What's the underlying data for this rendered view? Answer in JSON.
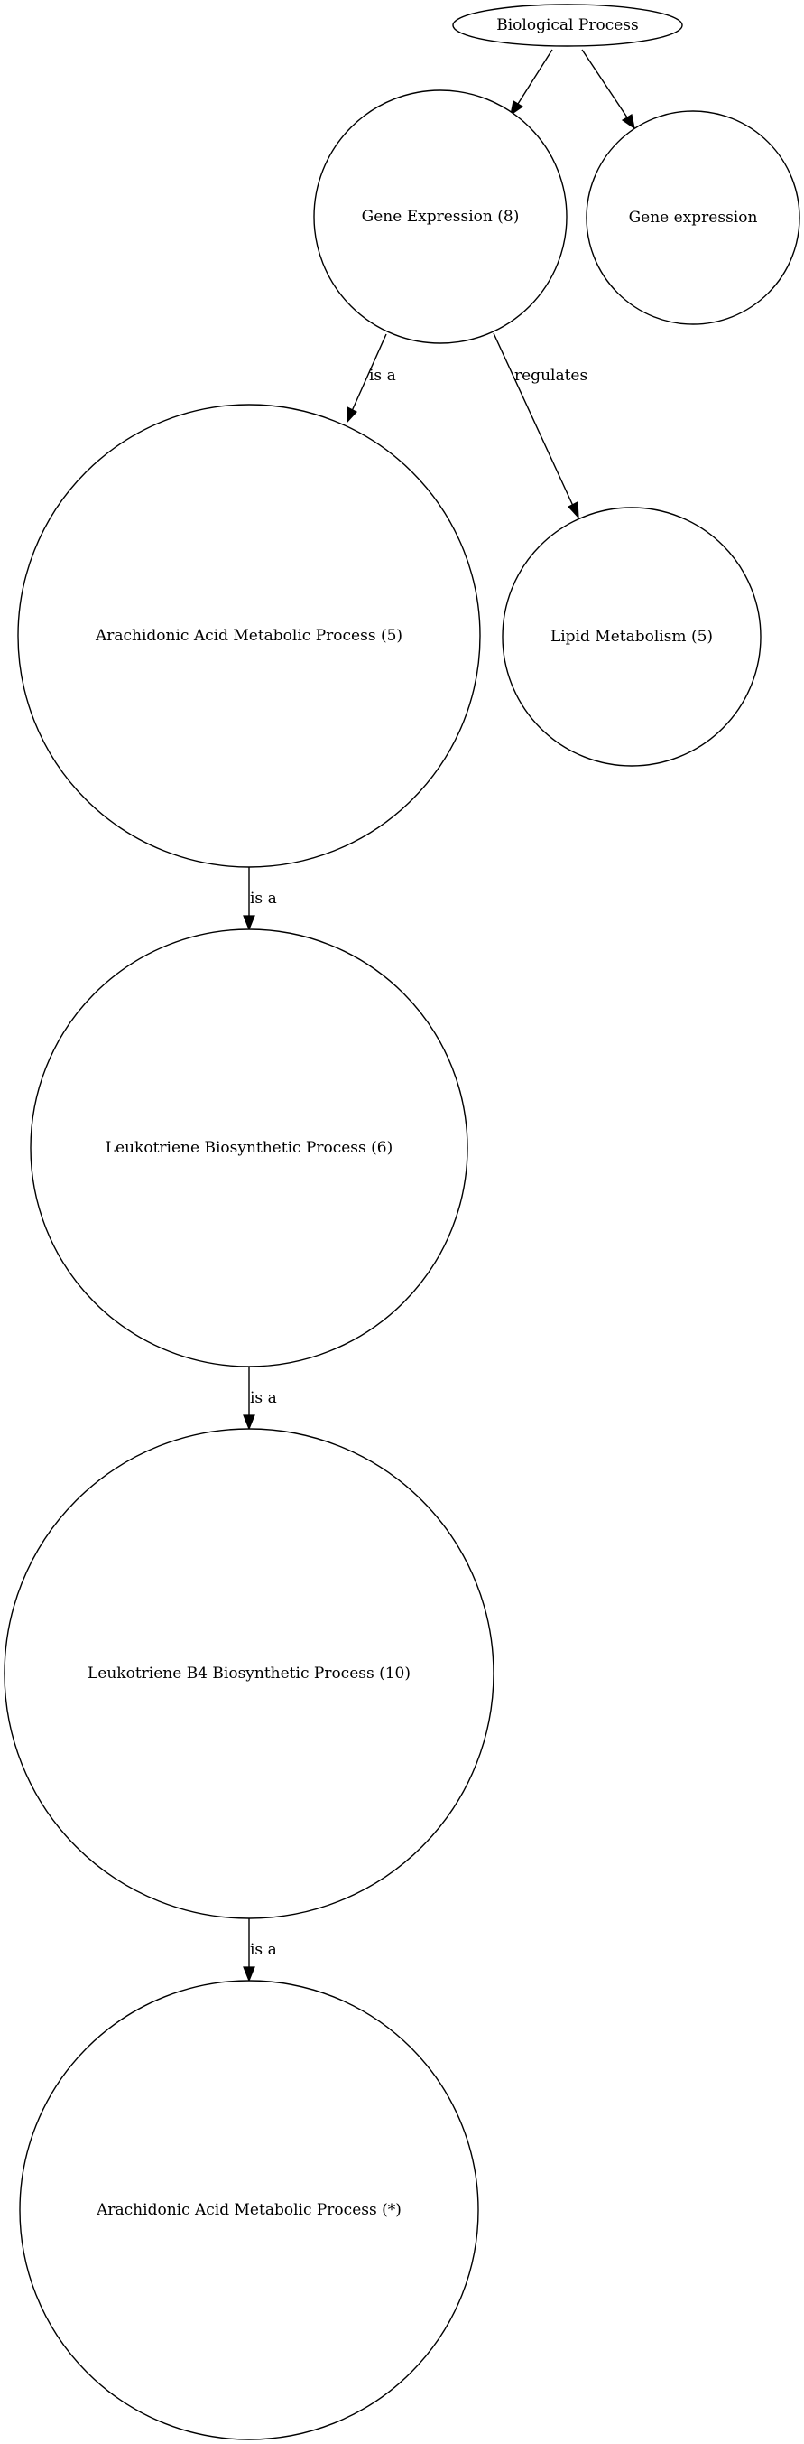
{
  "diagram": {
    "type": "directed-graph",
    "nodes": {
      "biological_process": "Biological Process",
      "gene_expression_8": "Gene Expression (8)",
      "gene_expression": "Gene expression",
      "arachidonic_acid_5": "Arachidonic Acid Metabolic Process (5)",
      "lipid_metabolism_5": "Lipid Metabolism (5)",
      "leukotriene_biosynthetic_6": "Leukotriene Biosynthetic Process (6)",
      "leukotriene_b4_10": "Leukotriene B4 Biosynthetic Process (10)",
      "arachidonic_acid_star": "Arachidonic Acid Metabolic Process (*)"
    },
    "edges": [
      {
        "from": "biological_process",
        "to": "gene_expression_8",
        "label": ""
      },
      {
        "from": "biological_process",
        "to": "gene_expression",
        "label": ""
      },
      {
        "from": "gene_expression_8",
        "to": "arachidonic_acid_5",
        "label": "is a"
      },
      {
        "from": "gene_expression_8",
        "to": "lipid_metabolism_5",
        "label": "regulates"
      },
      {
        "from": "arachidonic_acid_5",
        "to": "leukotriene_biosynthetic_6",
        "label": "is a"
      },
      {
        "from": "leukotriene_biosynthetic_6",
        "to": "leukotriene_b4_10",
        "label": "is a"
      },
      {
        "from": "leukotriene_b4_10",
        "to": "arachidonic_acid_star",
        "label": "is a"
      }
    ]
  }
}
